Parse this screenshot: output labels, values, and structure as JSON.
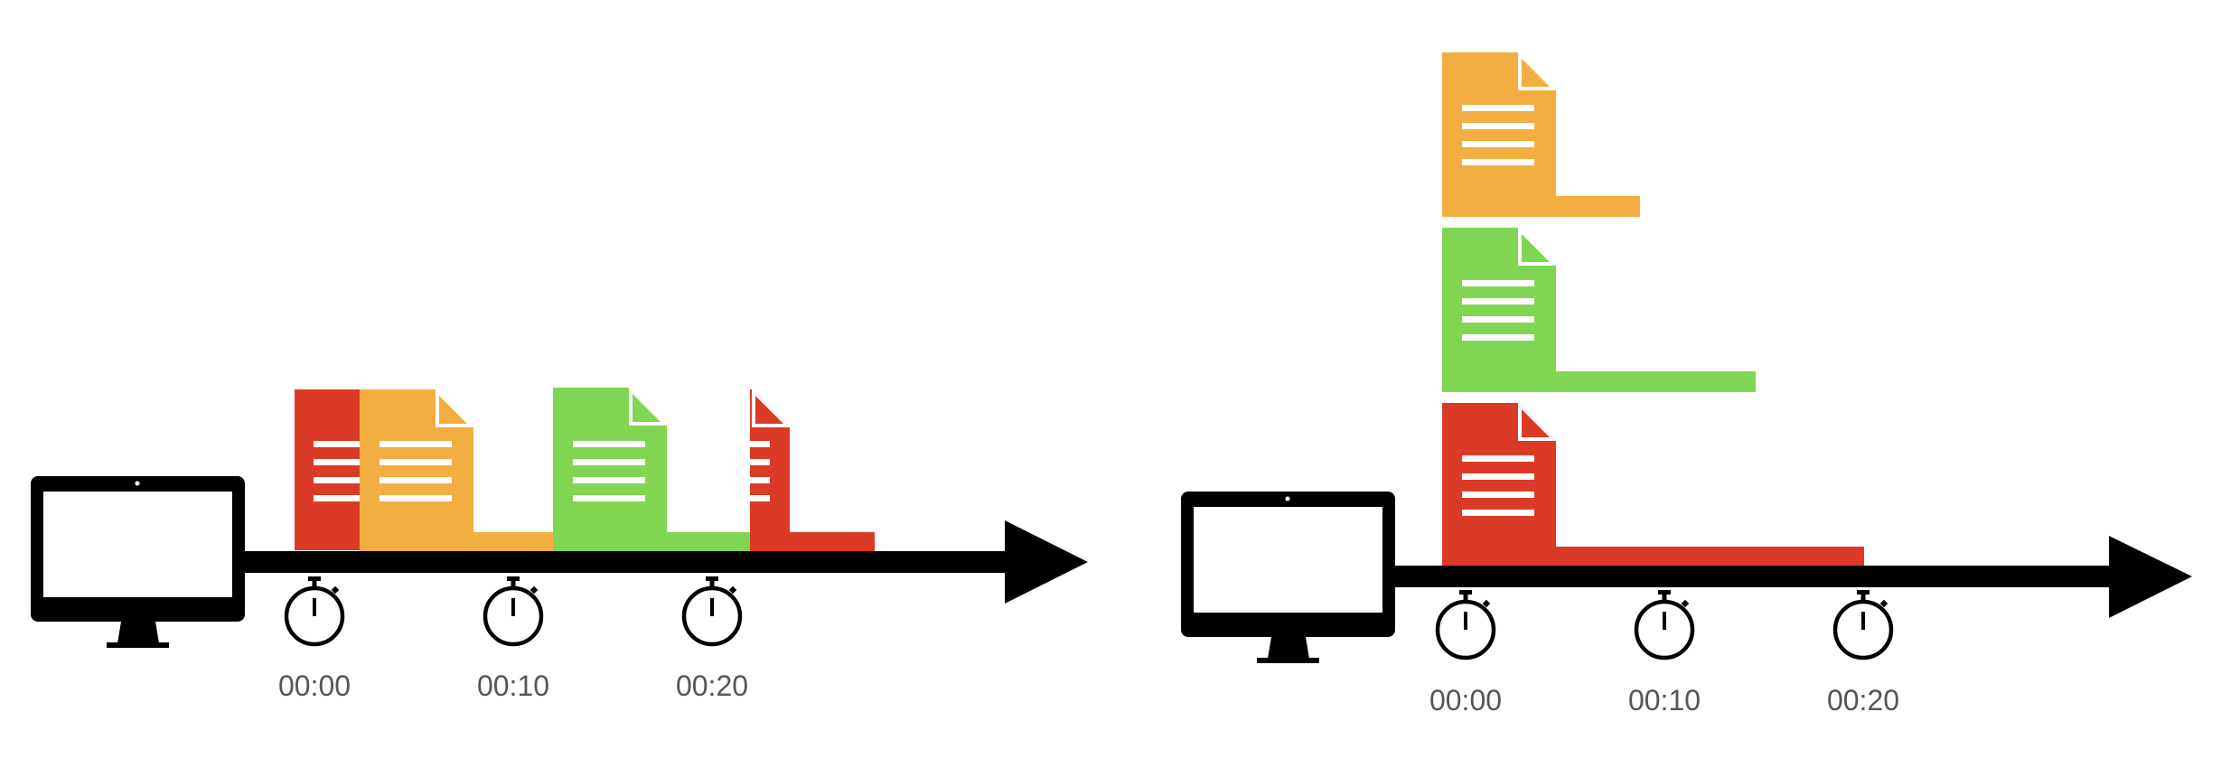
{
  "colors": {
    "red": "#DB3B26",
    "orange": "#F2AE40",
    "green": "#80D653",
    "axis": "#000000",
    "label": "#555555",
    "background": "#FFFFFF"
  },
  "diagrams": [
    {
      "id": "sequential",
      "timestamps": [
        "00:00",
        "00:10",
        "00:20"
      ],
      "documents": [
        {
          "color": "red",
          "icon": "document-icon"
        },
        {
          "color": "orange",
          "icon": "document-icon"
        },
        {
          "color": "green",
          "icon": "document-icon"
        },
        {
          "color": "red",
          "icon": "document-icon"
        }
      ]
    },
    {
      "id": "parallel",
      "timestamps": [
        "00:00",
        "00:10",
        "00:20"
      ],
      "documents": [
        {
          "color": "orange",
          "icon": "document-icon"
        },
        {
          "color": "green",
          "icon": "document-icon"
        },
        {
          "color": "red",
          "icon": "document-icon"
        }
      ]
    }
  ],
  "icons": {
    "monitor": "monitor-icon",
    "stopwatch": "stopwatch-icon",
    "arrow": "timeline-arrow"
  }
}
